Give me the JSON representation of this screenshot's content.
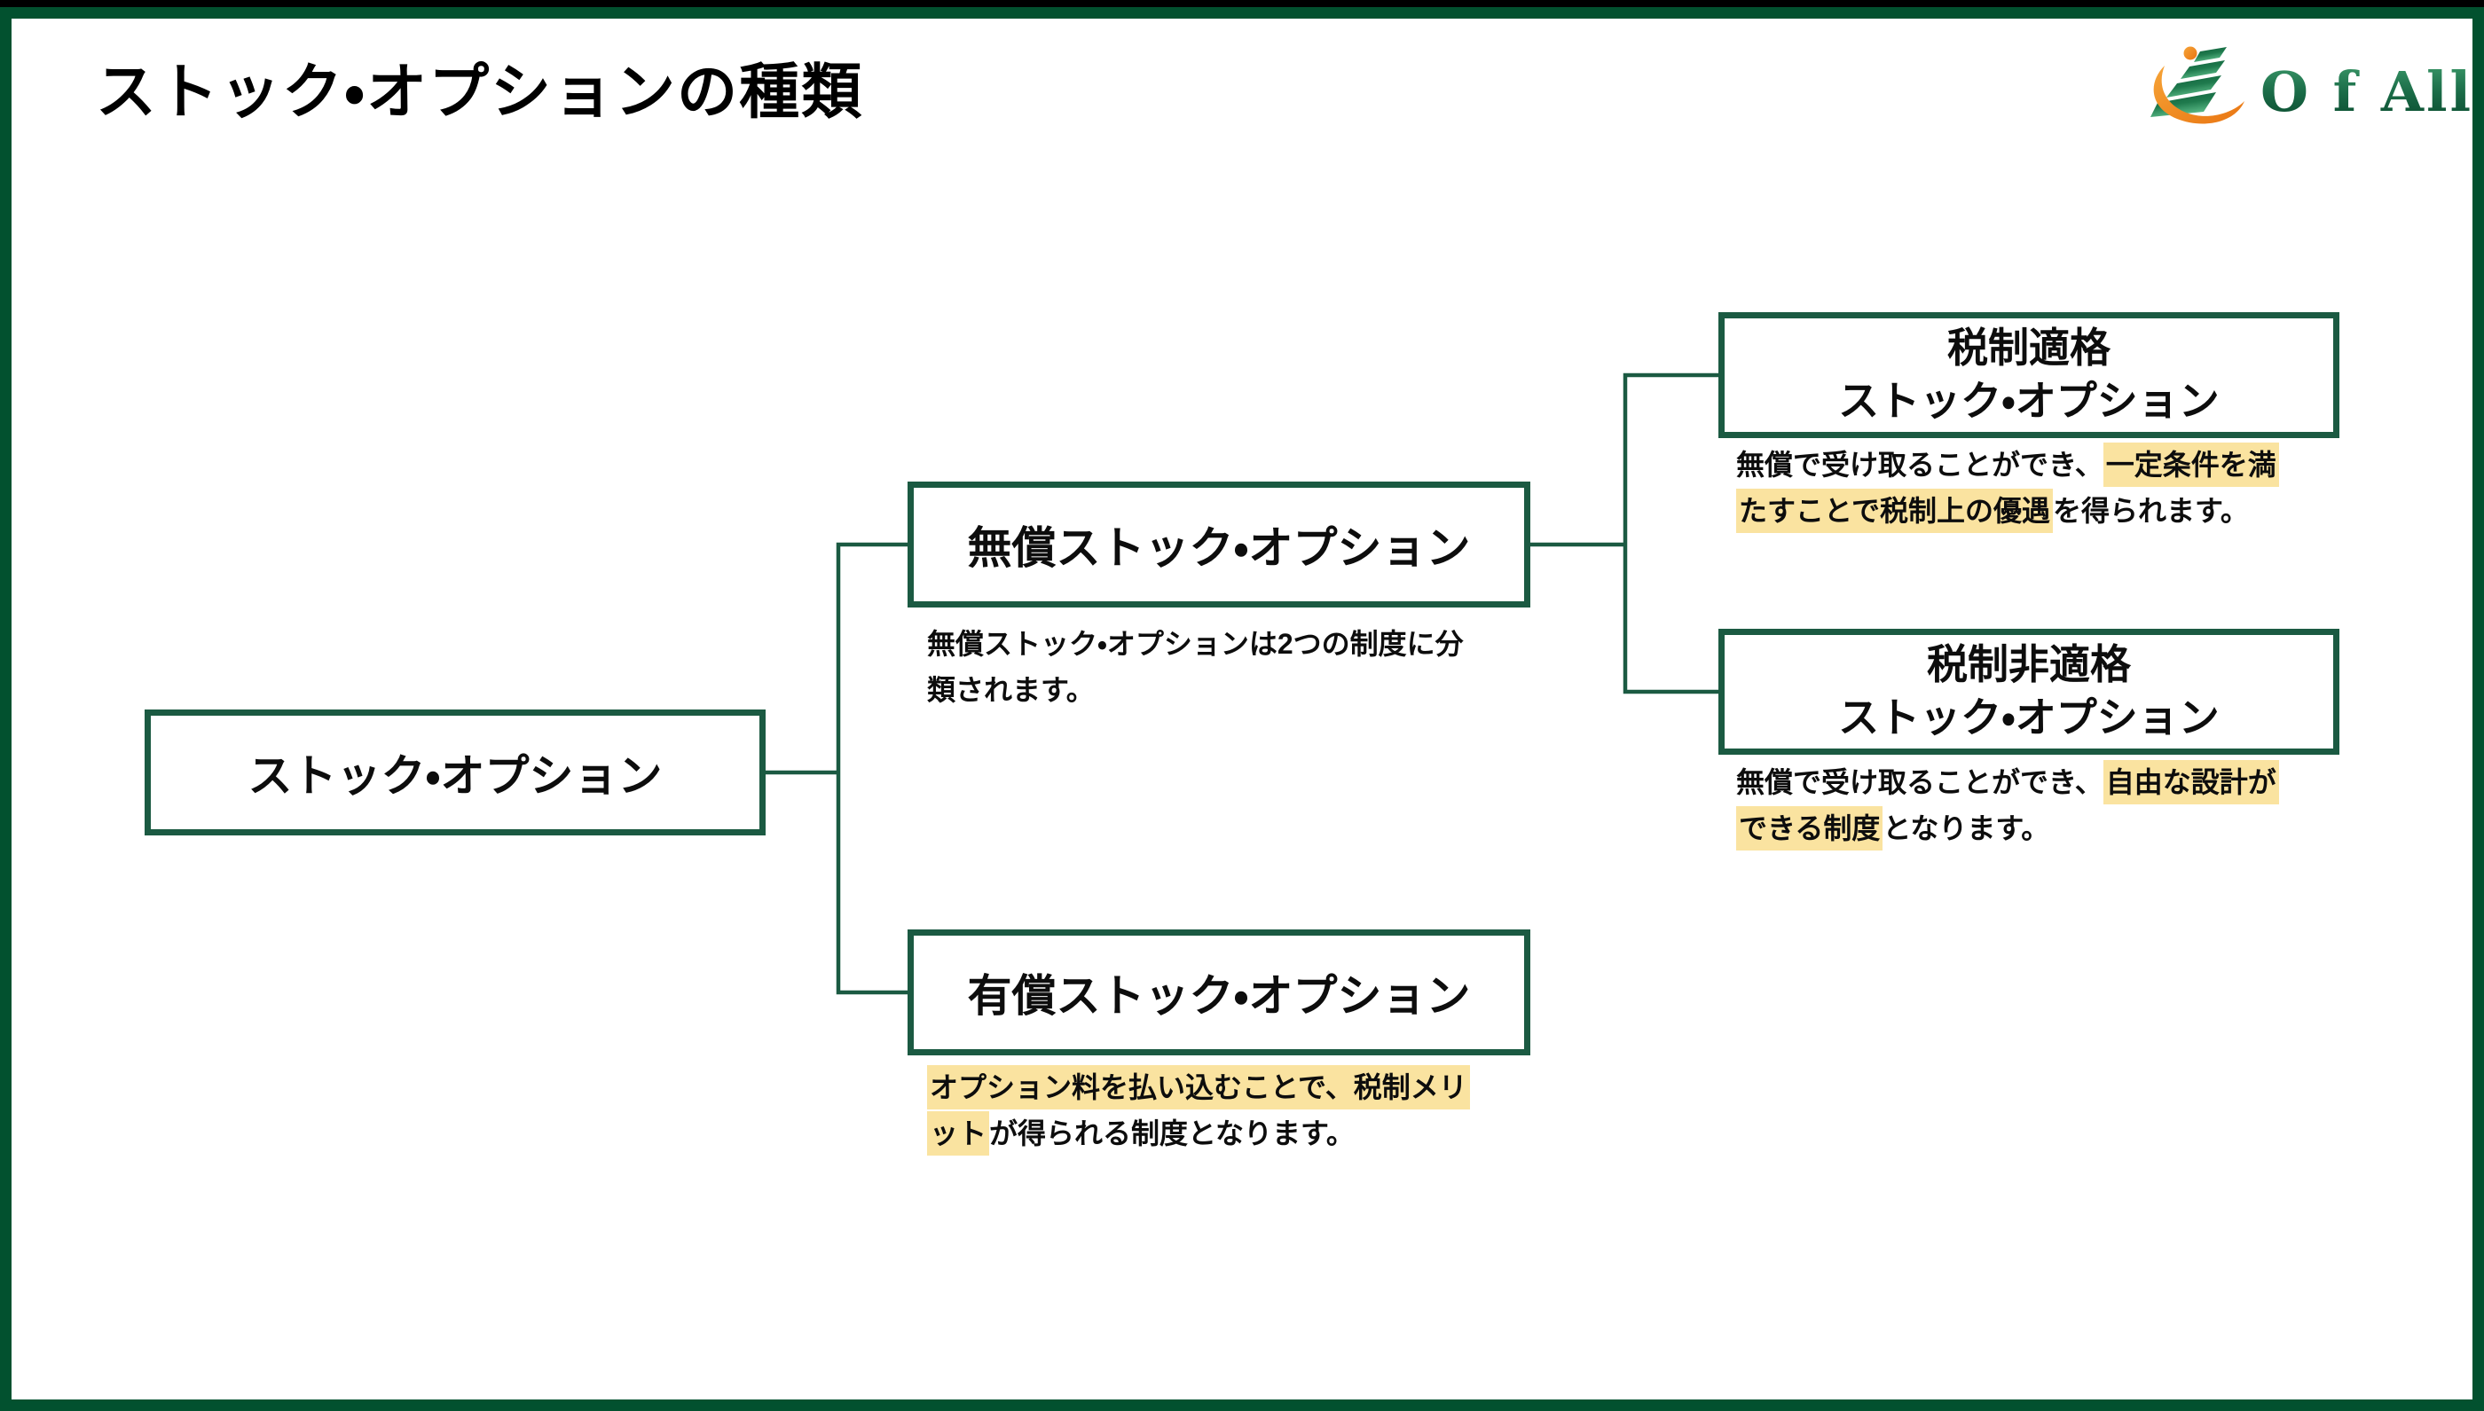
{
  "slide": {
    "title": "ストック・オプションの種類"
  },
  "logo": {
    "text": "O f All",
    "icon": "ofall-steps-swoosh"
  },
  "colors": {
    "frame_green": "#02512F",
    "box_green": "#1B5A42",
    "highlight_yellow": "#FAE3A0",
    "logo_orange": "#F0891F",
    "logo_green": "#1A6B47",
    "text_black": "#111111"
  },
  "tree": {
    "root": {
      "label": "ストック・オプション"
    },
    "level2": [
      {
        "label": "無償ストック・オプション",
        "caption": [
          {
            "text": "無償ストック・オプションは2つの制度に分\n類されます。",
            "highlight": false
          }
        ]
      },
      {
        "label": "有償ストック・オプション",
        "caption": [
          {
            "text": "オプション料を払い込むことで、税制メリ\nット",
            "highlight": true
          },
          {
            "text": "が得られる制度となります。",
            "highlight": false
          }
        ]
      }
    ],
    "level3": [
      {
        "label": "税制適格\nストック・オプション",
        "caption": [
          {
            "text": "無償で受け取ることができ、",
            "highlight": false
          },
          {
            "text": "一定条件を満\nたすことで税制上の優遇",
            "highlight": true
          },
          {
            "text": "を得られます。",
            "highlight": false
          }
        ]
      },
      {
        "label": "税制非適格\nストック・オプション",
        "caption": [
          {
            "text": "無償で受け取ることができ、",
            "highlight": false
          },
          {
            "text": "自由な設計が\nできる制度",
            "highlight": true
          },
          {
            "text": "となります。",
            "highlight": false
          }
        ]
      }
    ]
  }
}
